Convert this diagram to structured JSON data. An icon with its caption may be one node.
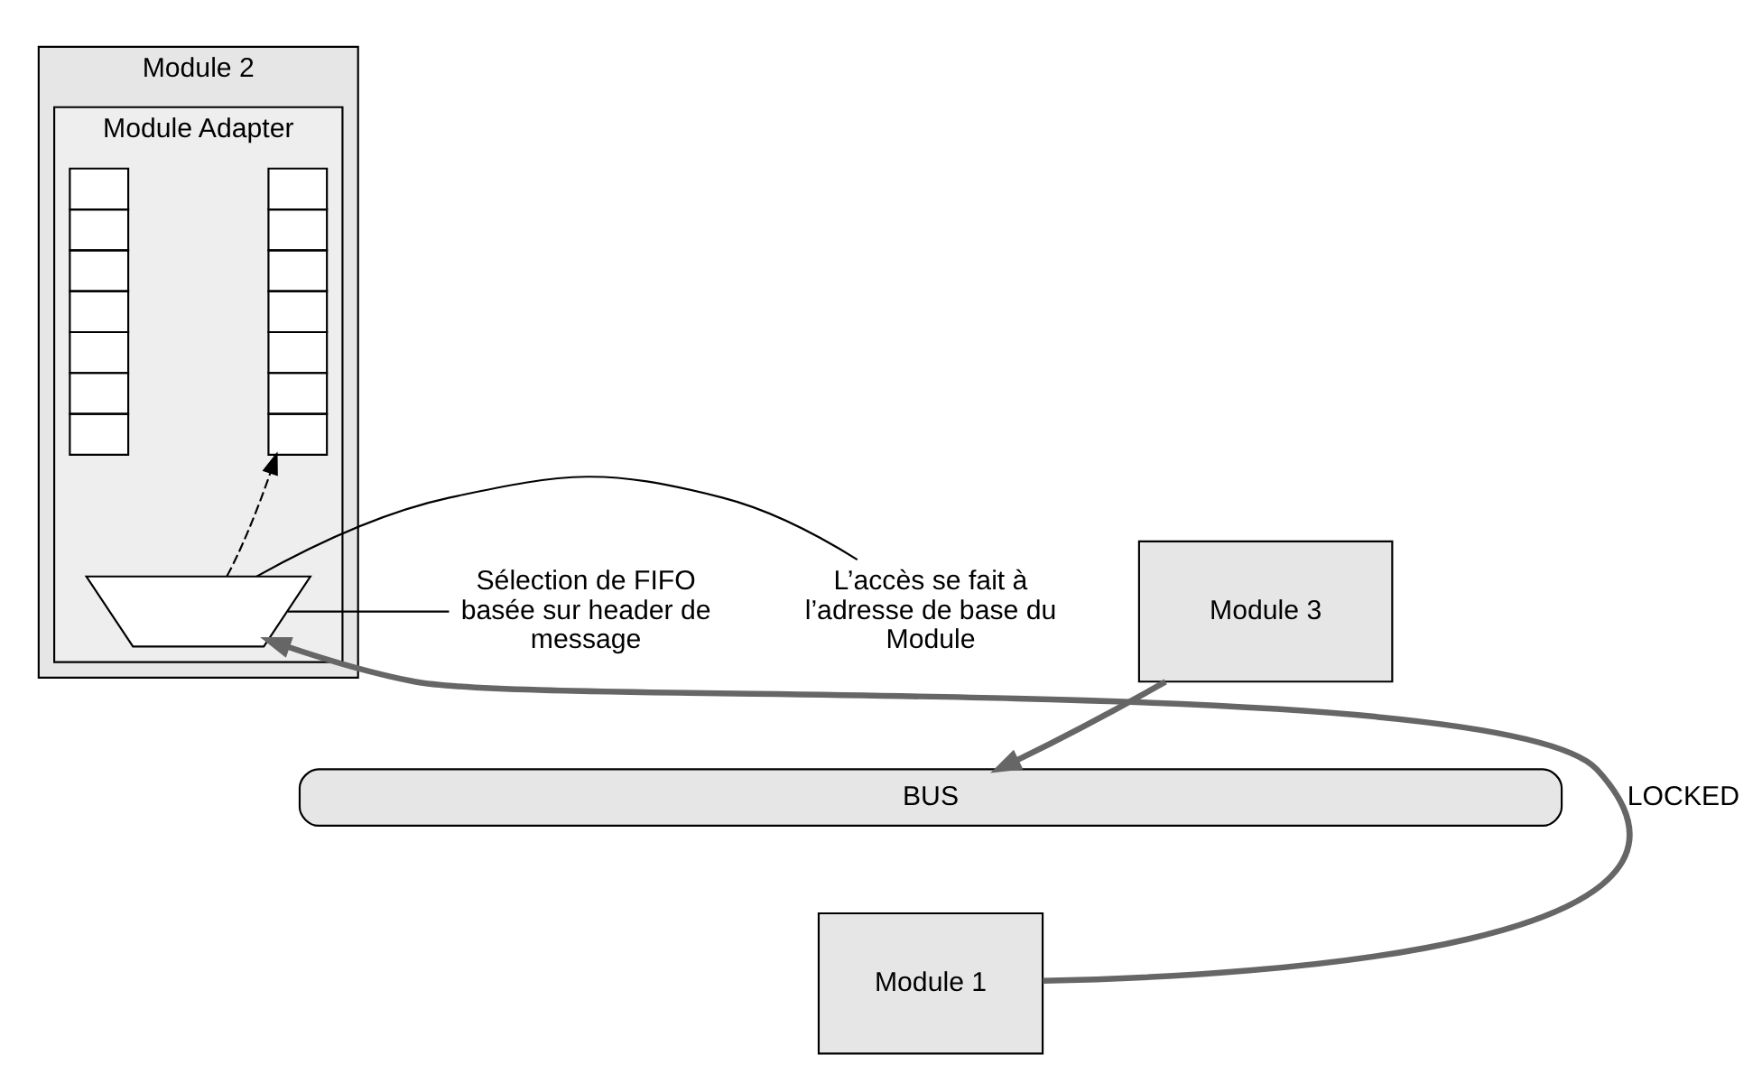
{
  "diagram": {
    "nodes": [
      {
        "text": [
          "Module 2"
        ]
      },
      {
        "text": [
          "Module Adapter"
        ],
        "in": 0
      },
      {
        "text": [],
        "shape": "box",
        "in": 1
      },
      {
        "text": [],
        "shape": "box",
        "in": 1
      },
      {
        "text": [],
        "shape": "trapezoid",
        "in": 1
      },
      {
        "text": [
          "Sélection de FIFO basée sur header de message"
        ]
      },
      {
        "text": [
          "L’accès se fait à l’adresse de base du Module"
        ]
      },
      {
        "text": [
          "Module 3"
        ]
      },
      {
        "text": [
          "BUS"
        ]
      },
      {
        "text": [
          "Module 1"
        ]
      }
    ],
    "edges": [
      {
        "from": 9,
        "to": 4,
        "arrow": "to",
        "label": "LOCKED",
        "style": "thick",
        "color": "#666666"
      },
      {
        "from": 7,
        "to": 8,
        "arrow": "to",
        "style": "thick",
        "color": "#666666"
      },
      {
        "from": 4,
        "to": 3,
        "arrow": "to",
        "style": "dashed"
      },
      {
        "from": 5,
        "to": 4,
        "arrow": "none"
      },
      {
        "from": 6,
        "to": 4,
        "arrow": "none"
      }
    ]
  }
}
